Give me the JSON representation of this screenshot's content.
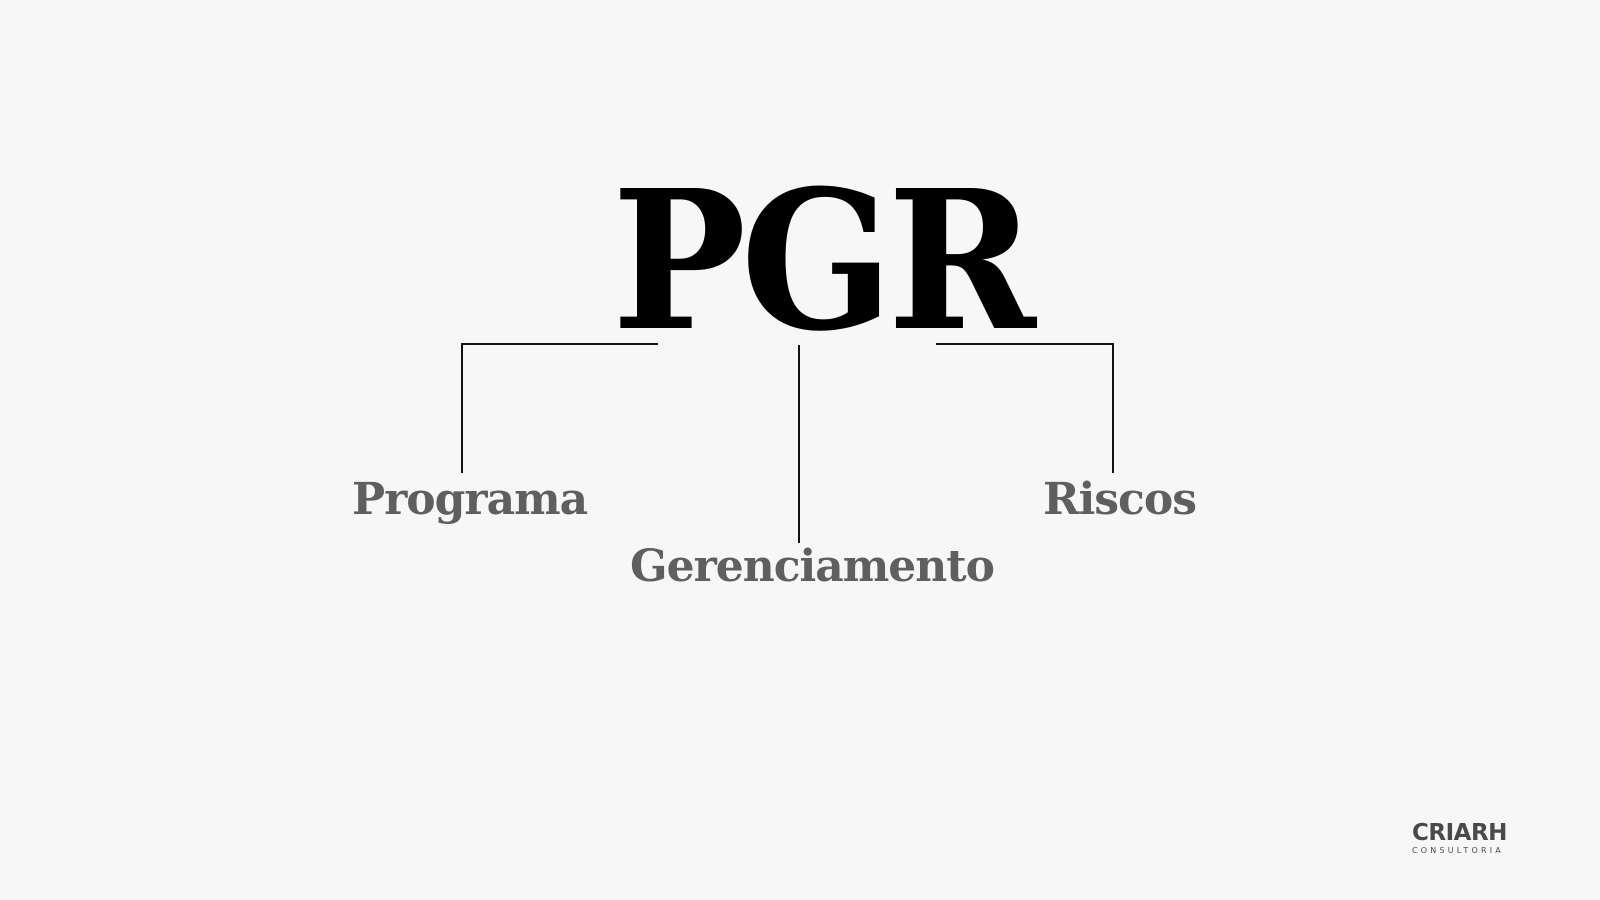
{
  "diagram": {
    "title": "PGR",
    "branches": [
      {
        "label": "Programa"
      },
      {
        "label": "Gerenciamento"
      },
      {
        "label": "Riscos"
      }
    ]
  },
  "logo": {
    "name": "CRIARH",
    "subtitle": "CONSULTORIA"
  },
  "colors": {
    "background": "#f7f7f7",
    "title": "#000000",
    "labels": "#5f5f5f",
    "lines": "#111111",
    "logo": "#4a4a4a"
  }
}
